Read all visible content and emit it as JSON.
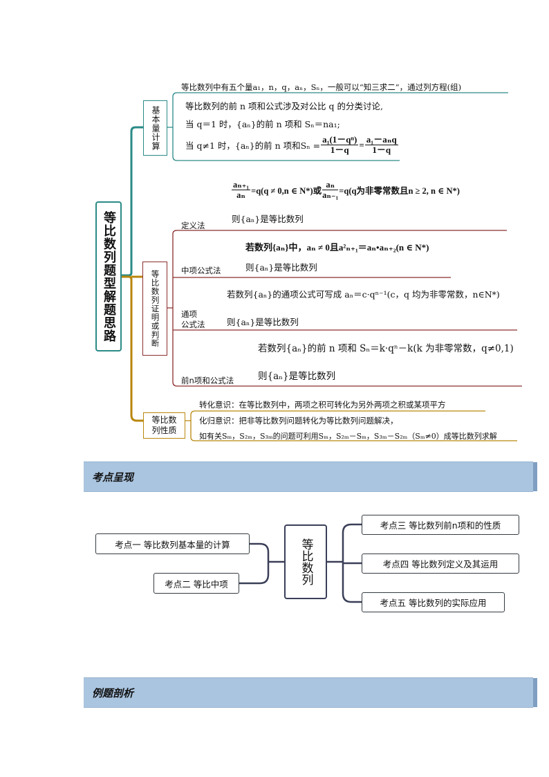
{
  "mindmap": {
    "root": "等比数列题型解题思路",
    "branch1": {
      "label": "基本量计算",
      "lines": {
        "l1": "等比数列中有五个量a₁，n，q，aₙ，Sₙ，一般可以“知三求二”，通过列方程(组)",
        "l2": "等比数列的前 n 项和公式涉及对公比 q 的分类讨论,",
        "l3": "当 q＝1 时，{aₙ}的前 n 项和 Sₙ＝na₁;",
        "l4_prefix": "当 q≠1 时，{aₙ}的前 n 项和Sₙ ="
      }
    },
    "branch2": {
      "label": "等比数列证明或判断",
      "definition": {
        "label": "定义法",
        "cond_suffix": "=q(q ≠ 0,n ∈ N*)或",
        "cond_tail": "=q(q为非零常数且n ≥ 2,  n ∈ N*)",
        "result": "则{aₙ}是等比数列"
      },
      "median": {
        "label": "中项公式法",
        "cond": "若数列{aₙ}中，aₙ ≠ 0且a²ₙ₊₁＝aₙ•aₙ₊₂(n ∈ N*)",
        "result": "则{aₙ}是等比数列"
      },
      "general": {
        "label_line1": "通项",
        "label_line2": "公式法",
        "cond": "若数列{aₙ}的通项公式可写成 aₙ＝c·qⁿ⁻¹(c，q 均为非零常数，n∈N*)",
        "result": "则{aₙ}是等比数列"
      },
      "sum": {
        "label": "前n项和公式法",
        "cond": "若数列{aₙ}的前 n 项和 Sₙ＝k·qⁿ－k(k 为非零常数，q≠0,1)",
        "result": "则{aₙ}是等比数列"
      }
    },
    "branch3": {
      "label": "等比数列性质",
      "lines": {
        "l1": "转化意识：在等比数列中，两项之积可转化为另外两项之积或某项平方",
        "l2": "化归意识：把非等比数列问题转化为等比数列问题解决，",
        "l3": "如有关Sₘ，S₂ₘ，S₃ₘ的问题可利用Sₘ，S₂ₘ－Sₘ，S₃ₘ－S₂ₘ（Sₘ≠0）成等比数列求解"
      }
    },
    "fractions": {
      "f1_num": "a₁(1－qⁿ)",
      "f1_den": "1－q",
      "f2_num": "a₁－aₙq",
      "f2_den": "1－q",
      "f3_num": "aₙ₊₁",
      "f3_den": "aₙ",
      "f4_num": "aₙ",
      "f4_den": "aₙ₋₁"
    }
  },
  "section1": {
    "title": "考点呈现"
  },
  "kaodian": {
    "center": "等比数列",
    "items": {
      "k1": "考点一  等比数列基本量的计算",
      "k2": "考点二  等比中项",
      "k3": "考点三  等比数列前n项和的性质",
      "k4": "考点四  等比数列定义及其运用",
      "k5": "考点五  等比数列的实际应用"
    }
  },
  "section2": {
    "title": "例题剖析"
  },
  "colors": {
    "teal": "#2a8a86",
    "gold": "#b8860b",
    "maroon": "#8b2d2d",
    "banner": "#aac5e0",
    "tree": "#3a3f58"
  }
}
